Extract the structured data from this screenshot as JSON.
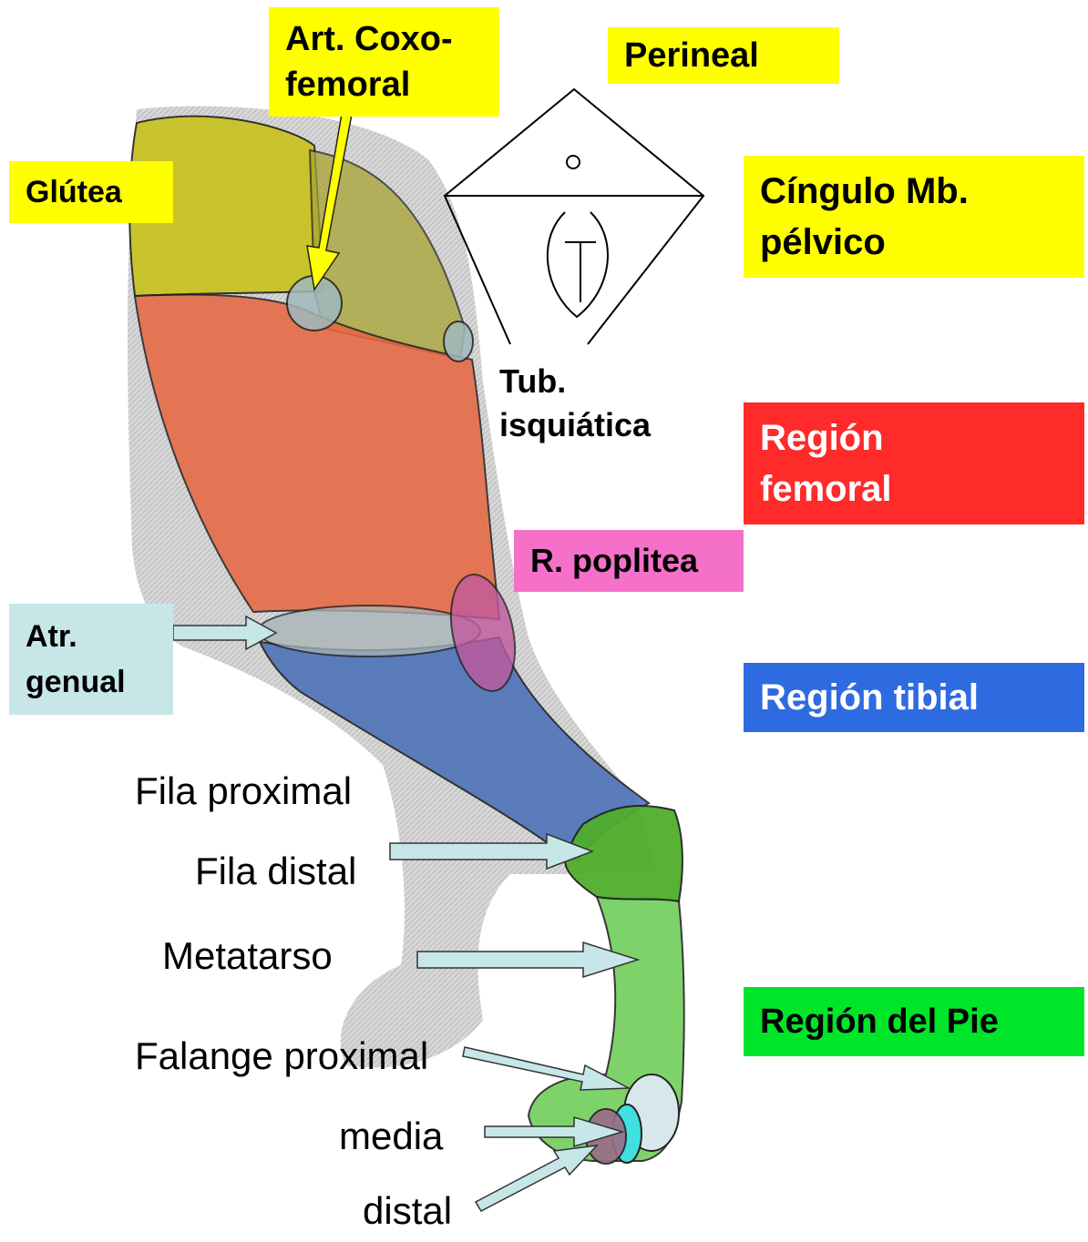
{
  "colors": {
    "gluteal_fill": "#b9b61c",
    "femoral_fill": "#e8663f",
    "tibial_fill": "#4e73b8",
    "foot_fill": "#6fcf5a",
    "tarsus_fill": "#4fae2c",
    "popliteal_fill": "#c05a9e",
    "label_yellow": "#ffff00",
    "label_red": "#ff2a2a",
    "label_pink": "#f571c9",
    "label_blue": "#2f6be0",
    "label_green": "#00e52a",
    "label_lightblue": "#c7e6e8",
    "arrow_fill": "#c7e6e8"
  },
  "labels": {
    "coxofemoral": [
      "Art. Coxo-",
      "femoral"
    ],
    "perineal": "Perineal",
    "glutea": "Glútea",
    "cingulo": [
      "Cíngulo Mb.",
      "pélvico"
    ],
    "tub_isquiatica": [
      "Tub.",
      "isquiática"
    ],
    "region_femoral": [
      "Región",
      "femoral"
    ],
    "poplitea": "R. poplitea",
    "genual": [
      "Atr.",
      "genual"
    ],
    "region_tibial": "Región tibial",
    "region_pie": "Región del Pie",
    "fila_proximal": "Fila proximal",
    "fila_distal": "Fila distal",
    "metatarso": "Metatarso",
    "falange_proximal": "Falange proximal",
    "media": "media",
    "distal": "distal"
  }
}
